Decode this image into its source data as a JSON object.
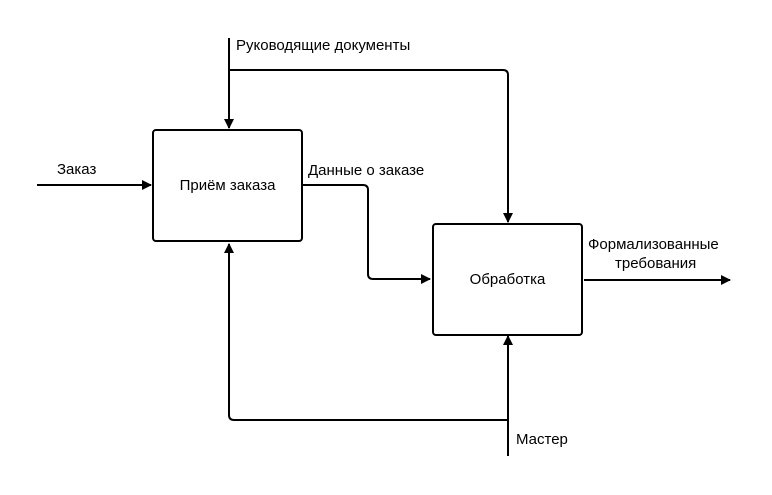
{
  "diagram": {
    "boxes": {
      "order_intake": "Приём заказа",
      "processing": "Обработка"
    },
    "labels": {
      "guiding_docs": "Руководящие документы",
      "order": "Заказ",
      "order_data": "Данные о заказе",
      "formalized_requirements_line1": "Формализованные",
      "formalized_requirements_line2": "требования",
      "master": "Мастер"
    },
    "colors": {
      "stroke": "#000000",
      "background": "#ffffff"
    }
  }
}
